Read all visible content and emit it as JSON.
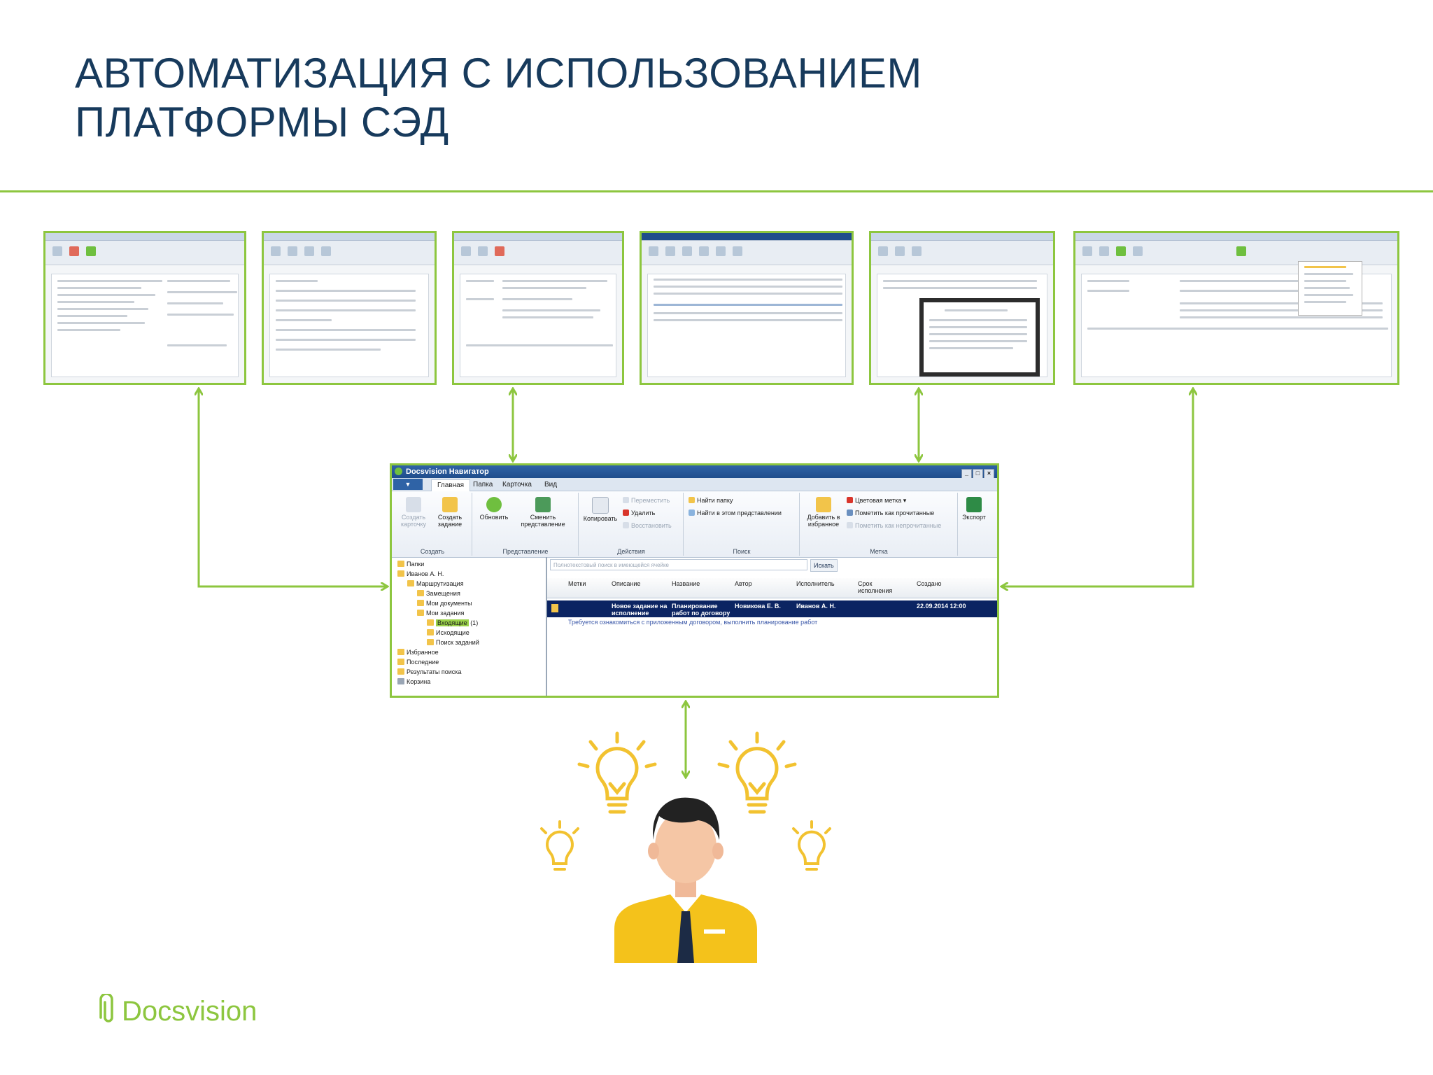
{
  "slide": {
    "title_line1": "АВТОМАТИЗАЦИЯ С ИСПОЛЬЗОВАНИЕМ",
    "title_line2": "ПЛАТФОРМЫ СЭД",
    "accent": "#8dc63f",
    "title_color": "#173a5c"
  },
  "navigator": {
    "window_title": "Docsvision Навигатор",
    "tabs": [
      "Главная",
      "Папка",
      "Карточка",
      "Вид"
    ],
    "active_tab": "Главная",
    "ribbon": {
      "create_card": "Создать карточку",
      "create_task": "Создать задание",
      "group_create": "Создать",
      "refresh": "Обновить",
      "change_view": "Сменить представление",
      "group_view": "Представление",
      "copy": "Копировать",
      "move": "Переместить",
      "delete": "Удалить",
      "restore": "Восстановить",
      "group_actions": "Действия",
      "find_folder": "Найти папку",
      "find_in_view": "Найти в этом представлении",
      "group_search": "Поиск",
      "add_favorites": "Добавить в избранное",
      "color_mark": "Цветовая метка",
      "mark_read": "Пометить как прочитанные",
      "mark_unread": "Пометить как непрочитанные",
      "group_mark": "Метка",
      "export": "Экспорт"
    },
    "tree": [
      "Папки",
      "Иванов А. Н.",
      "Маршрутизация",
      "Замещения",
      "Мои документы",
      "Мои задания",
      "Входящие",
      "Исходящие",
      "Поиск заданий",
      "Избранное",
      "Последние",
      "Результаты поиска",
      "Корзина"
    ],
    "inbox_count": "(1)",
    "search_placeholder": "Полнотекстовый поиск в имеющейся ячейке",
    "find_label": "Искать",
    "columns": [
      "Метки",
      "Описание",
      "Название",
      "Автор",
      "Исполнитель",
      "Срок исполнения",
      "Создано"
    ],
    "row": {
      "description": "Новое задание на исполнение",
      "name": "Планирование работ по договору",
      "author": "Новикова Е. В.",
      "executor": "Иванов А. Н.",
      "created": "22.09.2014 12:00"
    },
    "row_note": "Требуется ознакомиться с приложенным договором, выполнить планирование работ"
  },
  "logo": {
    "text": "Docsvision"
  }
}
